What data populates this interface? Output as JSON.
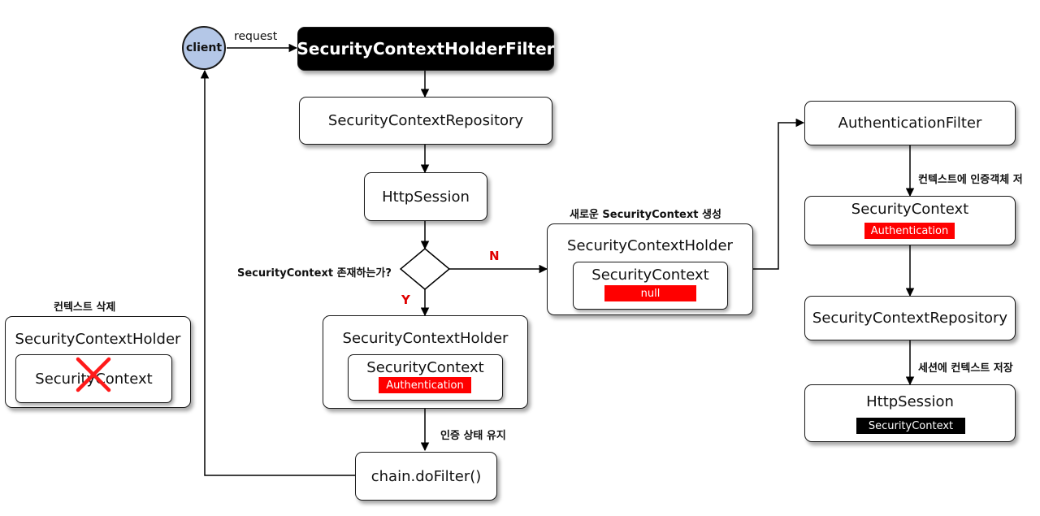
{
  "client": {
    "label": "client"
  },
  "request_label": "request",
  "filter": {
    "label": "SecurityContextHolderFilter"
  },
  "left_flow": {
    "repository": "SecurityContextRepository",
    "session": "HttpSession",
    "decision_question": "SecurityContext 존재하는가?",
    "yes_label": "Y",
    "no_label": "N",
    "holder_title": "SecurityContextHolder",
    "context_title": "SecurityContext",
    "context_badge": "Authentication",
    "keep_label": "인증 상태 유지",
    "dofilter": "chain.doFilter()"
  },
  "new_context": {
    "caption": "새로운 SecurityContext 생성",
    "holder_title": "SecurityContextHolder",
    "context_title": "SecurityContext",
    "context_badge": "null"
  },
  "right_flow": {
    "auth_filter": "AuthenticationFilter",
    "store_label": "컨텍스트에 인증객체 저",
    "context_title": "SecurityContext",
    "context_badge": "Authentication",
    "repository": "SecurityContextRepository",
    "save_label": "세션에 컨텍스트 저장",
    "session_title": "HttpSession",
    "session_badge": "SecurityContext"
  },
  "cleanup": {
    "caption": "컨텍스트 삭제",
    "holder_title": "SecurityContextHolder",
    "context_title": "SecurityContext",
    "delete_mark": "cross-mark-icon"
  },
  "colors": {
    "badge_red": "#ff0000",
    "client_fill": "#b4c7e7",
    "label_red": "#e00000"
  }
}
